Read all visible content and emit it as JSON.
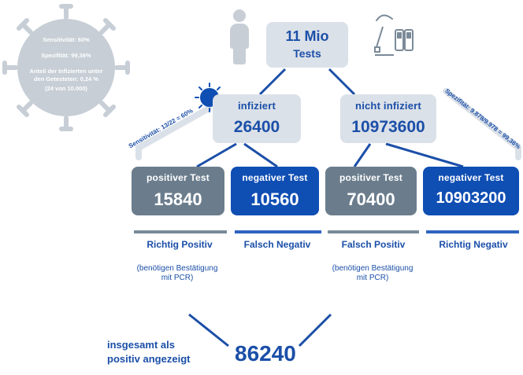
{
  "colors": {
    "blue_text": "#1b4fa8",
    "light_box": "#dbe1e8",
    "dark_grey_box": "#6b7d8d",
    "dark_blue_box": "#0f4eb3",
    "virus": "#c7ced6"
  },
  "icons": [
    "virus-icon",
    "person-icon",
    "coronavirus-icon",
    "test-kit-icon"
  ],
  "virus_info": {
    "sensitivity": "Sensitivität:  60%",
    "specificity": "Spezifität: 99,36%",
    "share_line1": "Anteil der Infizierten unter",
    "share_line2": "den Getesteten: 0,24 %",
    "share_line3": "(24 von 10.000)"
  },
  "root": {
    "title": "11 Mio",
    "subtitle": "Tests"
  },
  "infected": {
    "title": "infiziert",
    "value": "26400"
  },
  "not_infected": {
    "title": "nicht  infiziert",
    "value": "10973600"
  },
  "left_diag": "Sensitivität: 13/22 = 60%",
  "right_diag": "Spezifität: 9.878/9.978 = 99,36%",
  "results": [
    {
      "title": "positiver  Test",
      "value": "15840",
      "label": "Richtig Positiv"
    },
    {
      "title": "negativer  Test",
      "value": "10560",
      "label": "Falsch Negativ"
    },
    {
      "title": "positiver  Test",
      "value": "70400",
      "label": "Falsch Positiv"
    },
    {
      "title": "negativer  Test",
      "value": "10903200",
      "label": "Richtig Negativ"
    }
  ],
  "note1": {
    "line1": "(benötigen Bestätigung",
    "line2": "mit PCR)"
  },
  "note2": {
    "line1": "(benötigen Bestätigung",
    "line2": "mit PCR)"
  },
  "total": {
    "label_line1": "insgesamt als",
    "label_line2": "positiv angezeigt",
    "value": "86240"
  }
}
